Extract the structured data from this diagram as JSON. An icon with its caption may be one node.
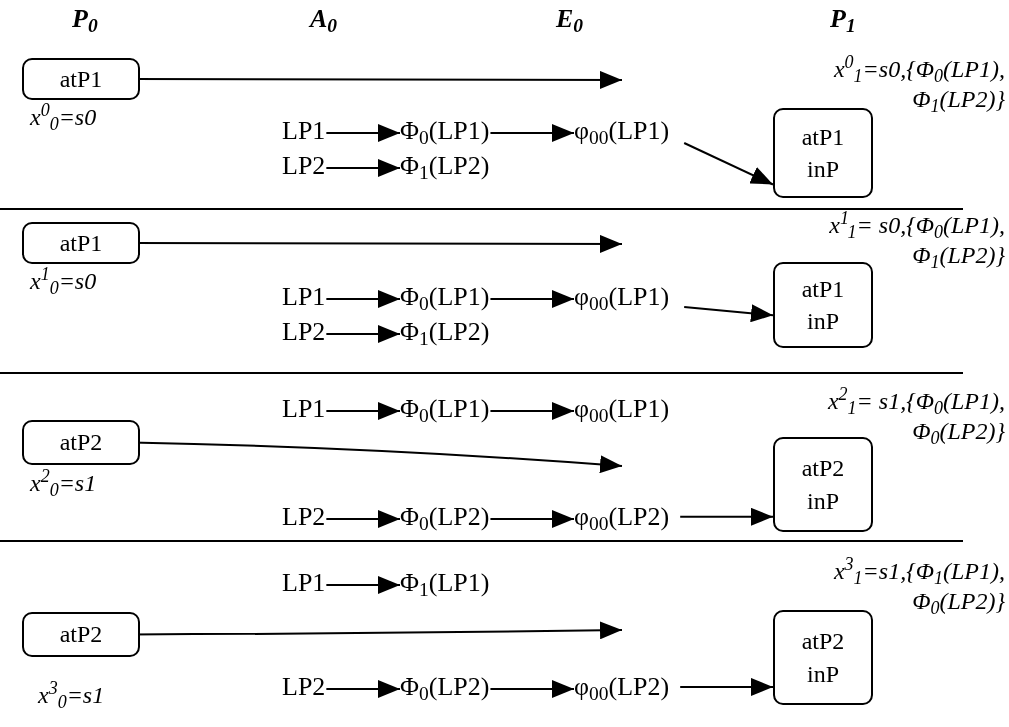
{
  "diagram": {
    "nodes": [
      {
        "text": [
          "atP1"
        ],
        "beside": [
          "x$^{0}$$_{0}$=s0"
        ]
      },
      {
        "text": [
          "LP1"
        ]
      },
      {
        "text": [
          "Φ$_{0}$(LP1)"
        ]
      },
      {
        "text": [
          "φ$_{00}$(LP1)"
        ]
      },
      {
        "text": [
          "LP2"
        ]
      },
      {
        "text": [
          "Φ$_{1}$(LP2)"
        ]
      },
      {
        "text": [
          "atP1",
          "inP"
        ],
        "beside": [
          "x$^{0}$$_{1}$=s0,{Φ$_{0}$(LP1), Φ$_{1}$(LP2)}"
        ]
      },
      {
        "text": [
          "atP1"
        ],
        "beside": [
          "x$^{1}$$_{0}$=s0"
        ]
      },
      {
        "text": [
          "LP1"
        ]
      },
      {
        "text": [
          "Φ$_{0}$(LP1)"
        ]
      },
      {
        "text": [
          "φ$_{00}$(LP1)"
        ]
      },
      {
        "text": [
          "LP2"
        ]
      },
      {
        "text": [
          "Φ$_{1}$(LP2)"
        ]
      },
      {
        "text": [
          "atP1",
          "inP"
        ],
        "beside": [
          "x$^{1}$$_{1}$= s0,{Φ$_{0}$(LP1), Φ$_{1}$(LP2)}"
        ]
      },
      {
        "text": [
          "atP2"
        ],
        "beside": [
          "x$^{2}$$_{0}$=s1"
        ]
      },
      {
        "text": [
          "LP1"
        ]
      },
      {
        "text": [
          "Φ$_{0}$(LP1)"
        ]
      },
      {
        "text": [
          "φ$_{00}$(LP1)"
        ]
      },
      {
        "text": [
          "LP2"
        ]
      },
      {
        "text": [
          "Φ$_{0}$(LP2)"
        ]
      },
      {
        "text": [
          "φ$_{00}$(LP2)"
        ]
      },
      {
        "text": [
          "atP2",
          "inP"
        ],
        "beside": [
          "x$^{2}$$_{1}$= s1,{Φ$_{0}$(LP1), Φ$_{0}$(LP2)}"
        ]
      },
      {
        "text": [
          "atP2"
        ],
        "beside": [
          "x$^{3}$$_{0}$=s1"
        ]
      },
      {
        "text": [
          "LP1"
        ]
      },
      {
        "text": [
          "Φ$_{1}$(LP1)"
        ]
      },
      {
        "text": [
          "LP2"
        ]
      },
      {
        "text": [
          "Φ$_{0}$(LP2)"
        ]
      },
      {
        "text": [
          "φ$_{00}$(LP2)"
        ]
      },
      {
        "text": [
          "atP2",
          "inP"
        ],
        "beside": [
          "x$^{3}$$_{1}$=s1,{Φ$_{1}$(LP1), Φ$_{0}$(LP2)}"
        ]
      }
    ],
    "edges": [
      {
        "from": 0,
        "to": null,
        "arrow": "to"
      },
      {
        "from": 1,
        "to": 2,
        "arrow": "to"
      },
      {
        "from": 2,
        "to": 3,
        "arrow": "to"
      },
      {
        "from": 3,
        "to": 6,
        "arrow": "to"
      },
      {
        "from": 4,
        "to": 5,
        "arrow": "to"
      },
      {
        "from": 7,
        "to": null,
        "arrow": "to"
      },
      {
        "from": 8,
        "to": 9,
        "arrow": "to"
      },
      {
        "from": 9,
        "to": 10,
        "arrow": "to"
      },
      {
        "from": 10,
        "to": 13,
        "arrow": "to"
      },
      {
        "from": 11,
        "to": 12,
        "arrow": "to"
      },
      {
        "from": 14,
        "to": null,
        "arrow": "to"
      },
      {
        "from": 15,
        "to": 16,
        "arrow": "to"
      },
      {
        "from": 16,
        "to": 17,
        "arrow": "to"
      },
      {
        "from": 18,
        "to": 19,
        "arrow": "to"
      },
      {
        "from": 19,
        "to": 20,
        "arrow": "to"
      },
      {
        "from": 20,
        "to": 21,
        "arrow": "to"
      },
      {
        "from": 22,
        "to": null,
        "arrow": "to"
      },
      {
        "from": 23,
        "to": 24,
        "arrow": "to"
      },
      {
        "from": 25,
        "to": 26,
        "arrow": "to"
      },
      {
        "from": 26,
        "to": 27,
        "arrow": "to"
      },
      {
        "from": 27,
        "to": 28,
        "arrow": "to"
      }
    ],
    "labels": [
      "P$_{0}$",
      "A$_{0}$",
      "E$_{0}$",
      "P$_{1}$"
    ]
  }
}
